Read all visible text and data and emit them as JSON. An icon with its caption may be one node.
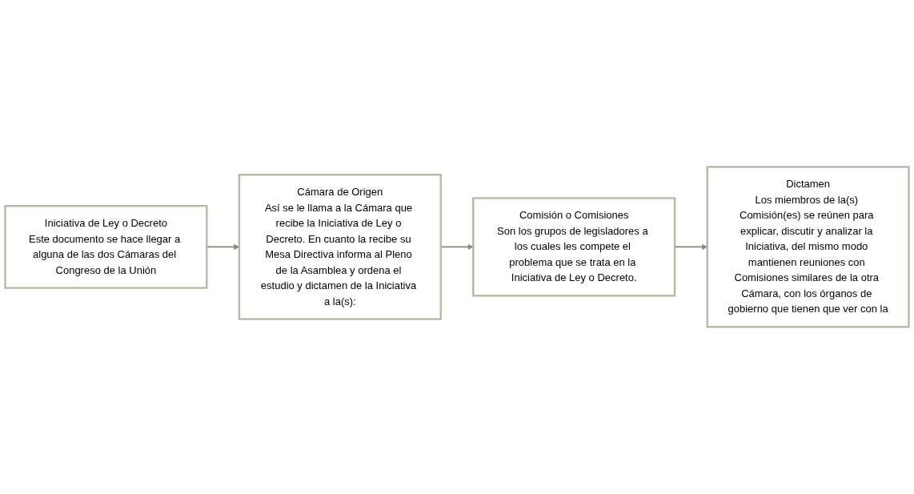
{
  "diagram": {
    "nodes": [
      {
        "text": [
          "Iniciativa de Ley o Decreto",
          "Este documento se hace llegar a alguna de las dos Cámaras del Congreso de la Unión"
        ]
      },
      {
        "text": [
          "Cámara de Origen",
          "Así se le llama a la Cámara que recibe la Iniciativa de Ley o Decreto. En cuanto la recibe su Mesa Directiva informa al Pleno de la Asamblea y ordena el estudio y dictamen de la Iniciativa a la(s):"
        ]
      },
      {
        "text": [
          "Comisión o Comisiones",
          "Son los grupos de legisladores a los cuales les compete el problema que se trata en la Iniciativa de Ley o Decreto."
        ]
      },
      {
        "text": [
          "Dictamen",
          "Los miembros de la(s) Comisión(es) se reúnen para explicar, discutir y analizar la Iniciativa, del mismo modo mantienen reuniones con Comisiones similares de la otra Cámara, con los órganos de gobierno que tienen que ver con la"
        ]
      }
    ],
    "edges": [
      {
        "from": 0,
        "to": 1,
        "arrow": "to"
      },
      {
        "from": 1,
        "to": 2,
        "arrow": "to"
      },
      {
        "from": 2,
        "to": 3,
        "arrow": "to"
      }
    ]
  }
}
